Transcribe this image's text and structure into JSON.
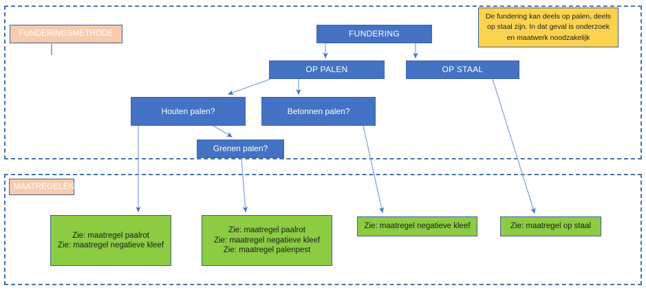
{
  "diagram": {
    "title_hidden": "",
    "sections": [
      {
        "id": "fundering",
        "label": "FUNDERINGSMETHODE"
      },
      {
        "id": "maatregelen",
        "label": "MAATREGELEN"
      }
    ],
    "nodes": {
      "fundering": "FUNDERING",
      "op_palen": "OP PALEN",
      "op_staal": "OP STAAL",
      "houten_palen": "Houten palen?",
      "betonnen_palen": "Betonnen palen?",
      "grenen_palen": "Grenen palen?"
    },
    "note": "De fundering kan deels op palen, deels op staal zijn. In dat geval is onderzoek en maatwerk noodzakelijk",
    "outcomes": {
      "houten": "Zie: maatregel paalrot\nZie: maatregel negatieve kleef",
      "grenen": "Zie: maatregel paalrot\nZie: maatregel negatieve kleef\nZie: maatregel palenpest",
      "betonnen": "Zie: maatregel negatieve kleef",
      "staal": "Zie: maatregel op staal"
    },
    "colors": {
      "peach_fill": "#f8cbad",
      "blue_fill": "#4472c4",
      "green_fill": "#8ccc43",
      "yellow_fill": "#fcd34f",
      "border_blue": "#3b5f94",
      "connector": "#8faadd",
      "dashed_section": "#4472a8"
    }
  }
}
